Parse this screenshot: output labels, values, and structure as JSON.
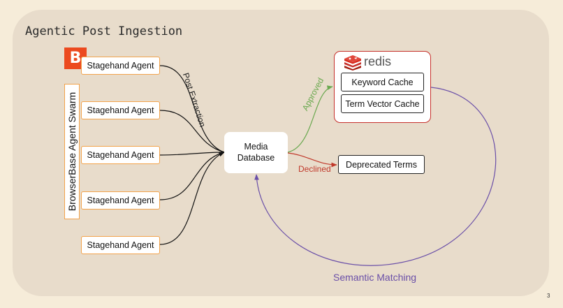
{
  "title": "Agentic Post Ingestion",
  "swarm": {
    "label": "BrowserBase Agent Swarm",
    "agents": [
      "Stagehand Agent",
      "Stagehand Agent",
      "Stagehand Agent",
      "Stagehand Agent",
      "Stagehand Agent"
    ]
  },
  "logo_letter": "B",
  "media_database": {
    "line1": "Media",
    "line2": "Database"
  },
  "redis": {
    "name": "redis",
    "caches": [
      "Keyword Cache",
      "Term Vector Cache"
    ]
  },
  "deprecated": "Deprecated Terms",
  "edge_labels": {
    "post_extraction": "Post Extraction",
    "approved": "Approved",
    "declined": "Declined",
    "semantic_matching": "Semantic Matching"
  },
  "colors": {
    "approved": "#6aa84f",
    "declined": "#c0392b",
    "semantic": "#6a4fa8",
    "agent_border": "#f2a24a",
    "redis": "#c6302b",
    "browserbase": "#ec4a1f"
  },
  "page_number": "3"
}
